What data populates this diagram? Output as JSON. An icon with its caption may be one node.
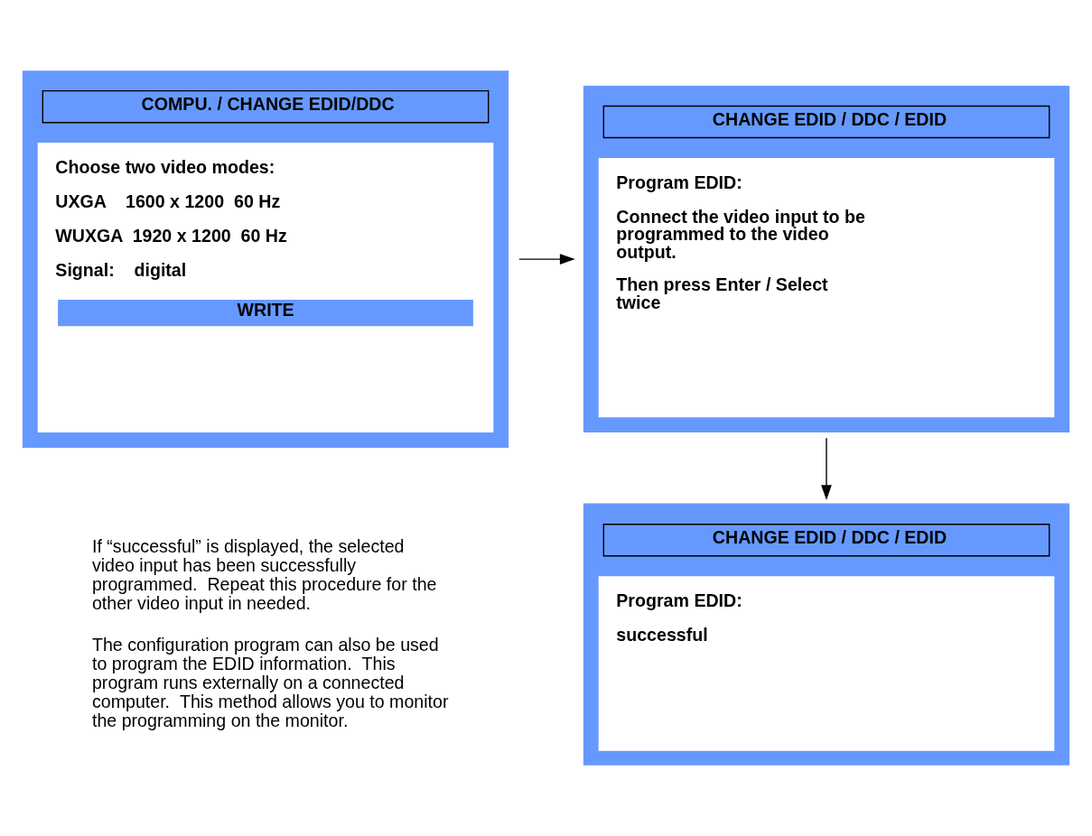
{
  "diagram": {
    "nodes": [
      {
        "text": [
          "COMPU. / CHANGE EDID/DDC",
          "Choose two video modes:",
          "UXGA    1600 x 1200  60 Hz",
          "WUXGA  1920 x 1200  60 Hz",
          "Signal:    digital",
          "WRITE"
        ]
      },
      {
        "text": [
          "CHANGE EDID / DDC / EDID",
          "Program EDID:",
          "Connect the video input to be programmed to the video output.",
          "Then press Enter / Select twice"
        ]
      },
      {
        "text": [
          "CHANGE EDID / DDC / EDID",
          "Program EDID:",
          "successful"
        ]
      }
    ],
    "edges": [
      {
        "from": 0,
        "to": 1,
        "arrow": "to"
      },
      {
        "from": 1,
        "to": 2,
        "arrow": "to"
      }
    ],
    "labels": [
      "If “successful” is displayed, the selected video input has been successfully programmed.  Repeat this procedure for the other video input in needed.",
      "The configuration program can also be used to program the EDID information.  This program runs externally on a connected computer.  This method allows you to monitor the programming on the monitor."
    ]
  }
}
